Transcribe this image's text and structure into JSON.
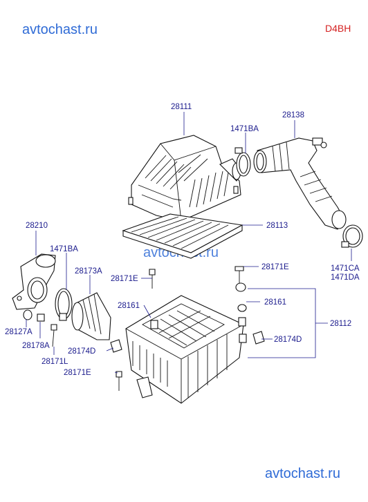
{
  "watermark_top": "avtochast.ru",
  "watermark_middle": "avtochast.ru",
  "watermark_bottom": "avtochast.ru",
  "engine_code": "D4BH",
  "labels": {
    "p28111": "28111",
    "p28138": "28138",
    "p1471BA_top": "1471BA",
    "p28113": "28113",
    "p28210": "28210",
    "p1471BA_left": "1471BA",
    "p28173A": "28173A",
    "p28171E_mid": "28171E",
    "p28171E_right": "28171E",
    "p1471CA": "1471CA",
    "p1471DA": "1471DA",
    "p28161_left": "28161",
    "p28161_right": "28161",
    "p28112": "28112",
    "p28127A": "28127A",
    "p28178A": "28178A",
    "p28174D_left": "28174D",
    "p28174D_right": "28174D",
    "p28171L": "28171L",
    "p28171E_bottom": "28171E"
  },
  "colors": {
    "labels": "#1a1a8c",
    "watermark": "#2f6bd6",
    "engine_code": "#d42020"
  }
}
